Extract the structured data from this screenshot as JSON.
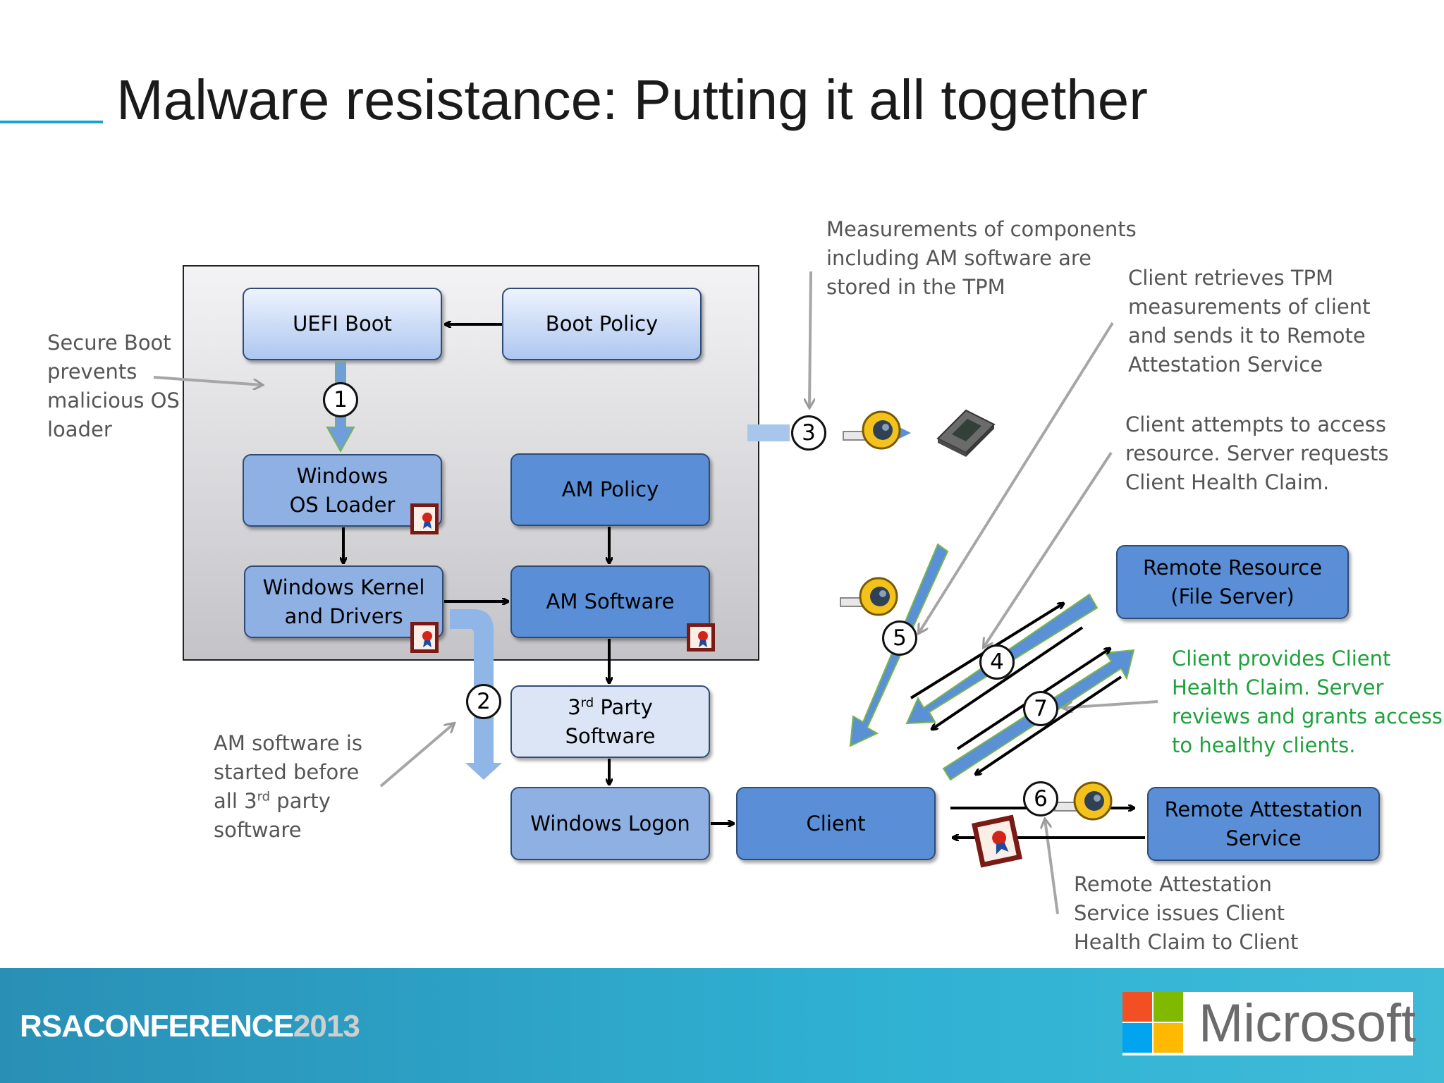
{
  "slide": {
    "title": "Malware resistance: Putting it all together"
  },
  "boxes": {
    "uefi_boot": "UEFI Boot",
    "boot_policy": "Boot Policy",
    "windows_os_loader_line1": "Windows",
    "windows_os_loader_line2": "OS Loader",
    "am_policy": "AM Policy",
    "windows_kernel_line1": "Windows Kernel",
    "windows_kernel_line2": "and Drivers",
    "am_software": "AM Software",
    "third_party_prefix": "3",
    "third_party_sup": "rd",
    "third_party_suffix": " Party",
    "third_party_line2": "Software",
    "windows_logon": "Windows Logon",
    "client": "Client",
    "remote_resource_line1": "Remote Resource",
    "remote_resource_line2": "(File Server)",
    "remote_attestation_line1": "Remote Attestation",
    "remote_attestation_line2": "Service"
  },
  "steps": [
    "1",
    "2",
    "3",
    "4",
    "5",
    "6",
    "7"
  ],
  "notes": {
    "secure_boot": "Secure Boot\nprevents\nmalicious OS\nloader",
    "measurements": "Measurements of components\nincluding AM software are\nstored in the TPM",
    "client_retrieves": "Client retrieves TPM\nmeasurements of client\nand sends it to Remote\nAttestation Service",
    "client_attempts": "Client attempts to access\nresource. Server requests\nClient Health Claim.",
    "client_provides": "Client provides Client\nHealth Claim. Server\nreviews and grants access\nto healthy clients.",
    "am_started_line1": "AM software is",
    "am_started_line2": "started before",
    "am_started_line3_prefix": "all 3",
    "am_started_line3_sup": "rd",
    "am_started_line3_suffix": " party",
    "am_started_line4": "software",
    "remote_issues": "Remote Attestation\nService issues Client\nHealth Claim to Client"
  },
  "footer": {
    "conference_brand": "RSACONFERENCE",
    "conference_year": "2013",
    "sponsor": "Microsoft"
  },
  "colors": {
    "accent_line": "#1ba3cf",
    "green_note": "#1ea23c",
    "dark_box": "#5a8fd8",
    "footer_teal": "#2fb1d3",
    "ms_red": "#f25022",
    "ms_green": "#7fba00",
    "ms_blue": "#00a4ef",
    "ms_yellow": "#ffb900"
  },
  "icons": [
    "tape-measure-icon",
    "tpm-chip-icon",
    "certificate-icon"
  ]
}
